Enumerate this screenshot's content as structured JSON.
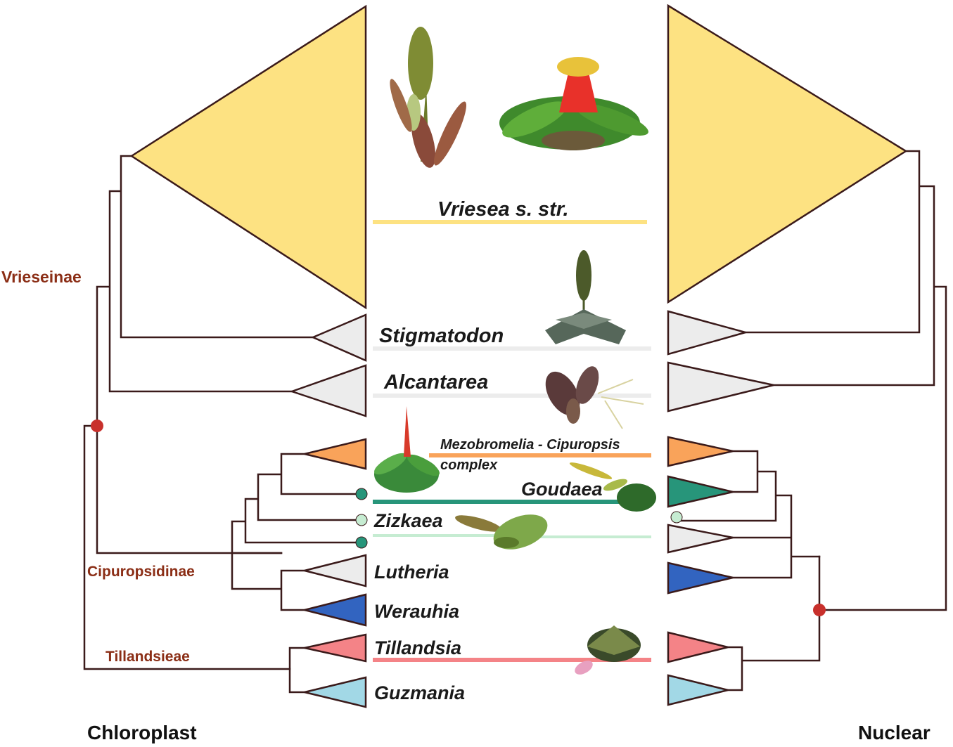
{
  "captions": {
    "left": "Chloroplast",
    "right": "Nuclear"
  },
  "groups": {
    "vrieseinae": "Vrieseinae",
    "cipuropsidinae": "Cipuropsidinae",
    "tillandsieae": "Tillandsieae"
  },
  "taxa": {
    "vriesea": "Vriesea s. str.",
    "stigmatodon": "Stigmatodon",
    "alcantarea": "Alcantarea",
    "mezobromelia_line1": "Mezobromelia - Cipuropsis",
    "mezobromelia_line2": "complex",
    "goudaea": "Goudaea",
    "zizkaea": "Zizkaea",
    "lutheria": "Lutheria",
    "werauhia": "Werauhia",
    "tillandsia": "Tillandsia",
    "guzmania": "Guzmania"
  },
  "colors": {
    "vriesea": "#fde282",
    "grey_clade": "#ececec",
    "mezobromelia": "#f9a35a",
    "goudaea": "#27957a",
    "zizkaea": "#c6ecd2",
    "werauhia": "#3264c0",
    "tillandsia": "#f48387",
    "guzmania": "#a2d8e6",
    "branch": "#3a1a1a",
    "node_red": "#c8302c",
    "node_teal": "#27957a",
    "node_mint": "#c6ecd2",
    "group_label": "#8b2e16"
  }
}
